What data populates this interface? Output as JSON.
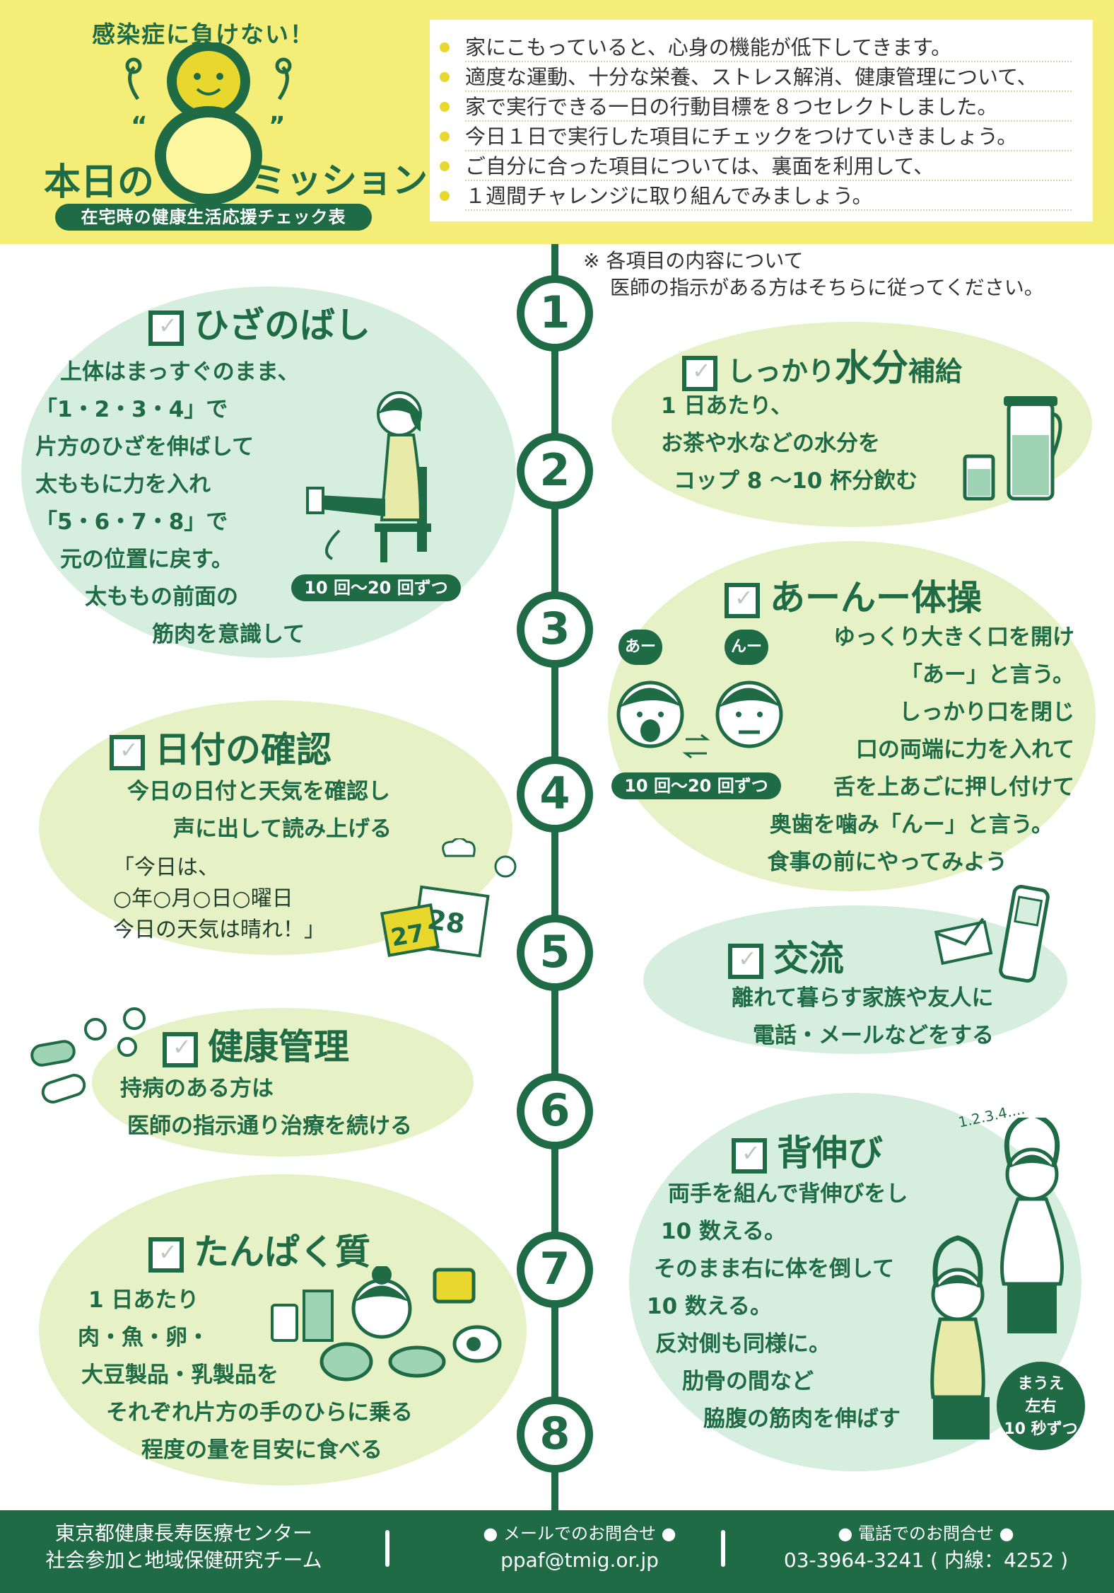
{
  "header": {
    "logo_subtitle": "感染症に負けない！",
    "logo_left": "本日の",
    "logo_number": "8",
    "logo_right": "ミッション",
    "logo_badge": "在宅時の健康生活応援チェック表",
    "intro_lines": [
      "家にこもっていると、心身の機能が低下してきます。",
      "適度な運動、十分な栄養、ストレス解消、健康管理について、",
      "家で実行できる一日の行動目標を８つセレクトしました。",
      "今日１日で実行した項目にチェックをつけていきましょう。",
      "ご自分に合った項目については、裏面を利用して、",
      "１週間チャレンジに取り組んでみましょう。"
    ]
  },
  "note": {
    "line1": "※ 各項目の内容について",
    "line2": "医師の指示がある方はそちらに従ってください。"
  },
  "timeline_numbers": [
    "1",
    "2",
    "3",
    "4",
    "5",
    "6",
    "7",
    "8"
  ],
  "missions": {
    "m1": {
      "title": "ひざのばし",
      "lines": [
        "上体はまっすぐのまま、",
        "「1・2・3・4」で",
        "片方のひざを伸ばして",
        "太ももに力を入れ",
        "「5・6・7・8」で",
        "元の位置に戻す。",
        "太ももの前面の",
        "筋肉を意識して"
      ],
      "reps": "10 回〜20 回ずつ"
    },
    "m2": {
      "title_a": "しっかり",
      "title_b": "水分",
      "title_c": "補給",
      "lines": [
        "1 日あたり、",
        "お茶や水などの水分を",
        "コップ 8 〜10 杯分飲む"
      ]
    },
    "m3": {
      "title": "あーんー体操",
      "lines": [
        "ゆっくり大きく口を開け",
        "「あー」と言う。",
        "しっかり口を閉じ",
        "口の両端に力を入れて",
        "舌を上あごに押し付けて",
        "奥歯を噛み「んー」と言う。",
        "食事の前にやってみよう"
      ],
      "bubble_a": "あー",
      "bubble_n": "んー",
      "reps": "10 回〜20 回ずつ"
    },
    "m4": {
      "title": "日付の確認",
      "lines": [
        "今日の日付と天気を確認し",
        "声に出して読み上げる"
      ],
      "quote": [
        "「今日は、",
        "○年○月○日○曜日",
        "今日の天気は晴れ！」"
      ],
      "cal_left": "27",
      "cal_right": "28"
    },
    "m5": {
      "title": "交流",
      "lines": [
        "離れて暮らす家族や友人に",
        "電話・メールなどをする"
      ]
    },
    "m6": {
      "title": "健康管理",
      "lines": [
        "持病のある方は",
        "医師の指示通り治療を続ける"
      ]
    },
    "m7": {
      "title": "背伸び",
      "lines": [
        "両手を組んで背伸びをし",
        "10 数える。",
        "そのまま右に体を倒して",
        "10 数える。",
        "反対側も同様に。",
        "肋骨の間など",
        "脇腹の筋肉を伸ばす"
      ],
      "count": "1.2.3.4....",
      "badge": [
        "まうえ",
        "左右",
        "10 秒ずつ"
      ]
    },
    "m8": {
      "title": "たんぱく質",
      "lines": [
        "1 日あたり",
        "肉・魚・卵・",
        "大豆製品・乳製品を",
        "それぞれ片方の手のひらに乗る",
        "程度の量を目安に食べる"
      ]
    }
  },
  "footer": {
    "org_line1": "東京都健康長寿医療センター",
    "org_line2": "社会参加と地域保健研究チーム",
    "mail_label": "● メールでのお問合せ ●",
    "mail": "ppaf@tmig.or.jp",
    "tel_label": "● 電話でのお問合せ ●",
    "tel": "03-3964-3241 ( 内線：4252 )"
  },
  "colors": {
    "primary": "#1f6b45",
    "header_bg": "#f4ee78",
    "mint": "#d6eedd",
    "lime": "#e6f2c6",
    "accent_yellow": "#e8d82e"
  }
}
